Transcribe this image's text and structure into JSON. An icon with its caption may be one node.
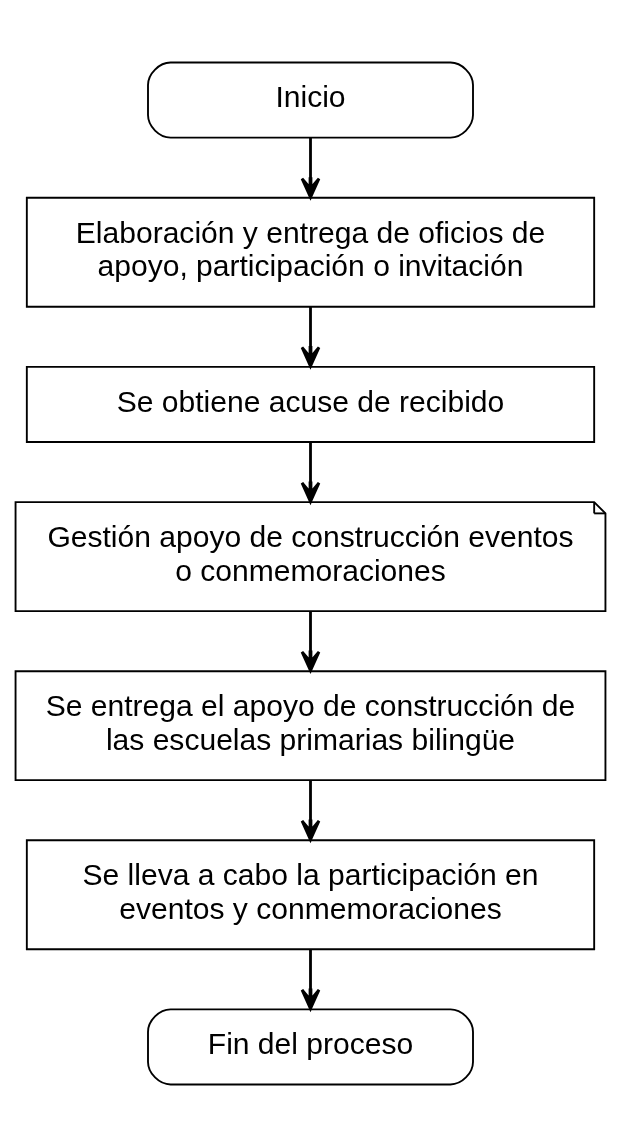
{
  "diagram": {
    "nodes": [
      {
        "text": [
          "Inicio"
        ]
      },
      {
        "text": [
          "Elaboración y entrega de oficios de apoyo, participación o invitación"
        ]
      },
      {
        "text": [
          "Se obtiene acuse de recibido"
        ]
      },
      {
        "text": [
          "Gestión apoyo de construcción eventos o conmemoraciones"
        ]
      },
      {
        "text": [
          "Se entrega el apoyo de construcción de las escuelas primarias bilingüe"
        ]
      },
      {
        "text": [
          "Se lleva a cabo la participación en eventos y conmemoraciones"
        ]
      },
      {
        "text": [
          "Fin del proceso"
        ]
      }
    ],
    "edges": [
      {
        "from": 0,
        "to": 1,
        "arrow": "to"
      },
      {
        "from": 1,
        "to": 2,
        "arrow": "to"
      },
      {
        "from": 2,
        "to": 3,
        "arrow": "to"
      },
      {
        "from": 3,
        "to": 4,
        "arrow": "to"
      },
      {
        "from": 4,
        "to": 5,
        "arrow": "to"
      },
      {
        "from": 5,
        "to": 6,
        "arrow": "to"
      }
    ]
  }
}
